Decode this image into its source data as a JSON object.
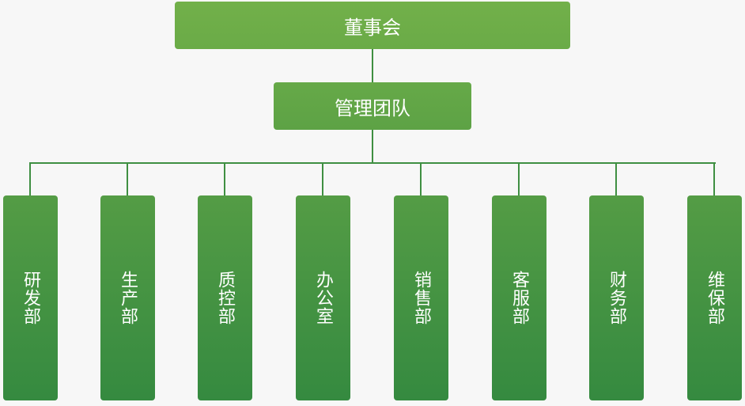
{
  "board": "董事会",
  "management": "管理团队",
  "departments": [
    "研发部",
    "生产部",
    "质控部",
    "办公室",
    "销售部",
    "客服部",
    "财务部",
    "维保部"
  ]
}
